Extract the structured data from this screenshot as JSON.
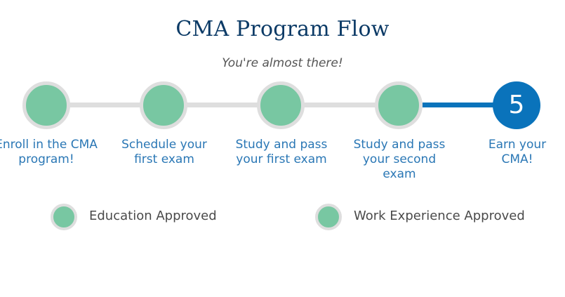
{
  "title": "CMA Program Flow",
  "subtitle": "You're almost there!",
  "steps": [
    {
      "label": "Enroll in the CMA program!",
      "status": "complete"
    },
    {
      "label": "Schedule your first exam",
      "status": "complete"
    },
    {
      "label": "Study and pass your first exam",
      "status": "complete"
    },
    {
      "label": "Study and pass your second exam",
      "status": "complete"
    },
    {
      "label": "Earn your CMA!",
      "status": "current",
      "number": "5"
    }
  ],
  "legend": [
    {
      "label": "Education Approved"
    },
    {
      "label": "Work Experience Approved"
    }
  ],
  "colors": {
    "title": "#0b3a66",
    "complete": "#78c7a2",
    "current": "#0a73bb",
    "track": "#dedede",
    "label": "#2a77b5"
  }
}
